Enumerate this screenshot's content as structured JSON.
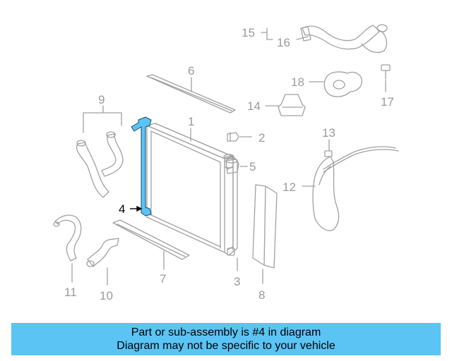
{
  "callouts": {
    "c1": "1",
    "c2": "2",
    "c3": "3",
    "c4": "4",
    "c5": "5",
    "c6": "6",
    "c7": "7",
    "c8": "8",
    "c9": "9",
    "c10": "10",
    "c11": "11",
    "c12": "12",
    "c13": "13",
    "c14": "14",
    "c15": "15",
    "c16": "16",
    "c17": "17",
    "c18": "18"
  },
  "banner": {
    "line1": "Part or sub-assembly is #4 in diagram",
    "line2": "Diagram may not be specific to your vehicle"
  },
  "colors": {
    "highlight": "#5bc4f5",
    "parts_line": "#a0a0a0",
    "banner_bg": "#5bc4f5"
  }
}
